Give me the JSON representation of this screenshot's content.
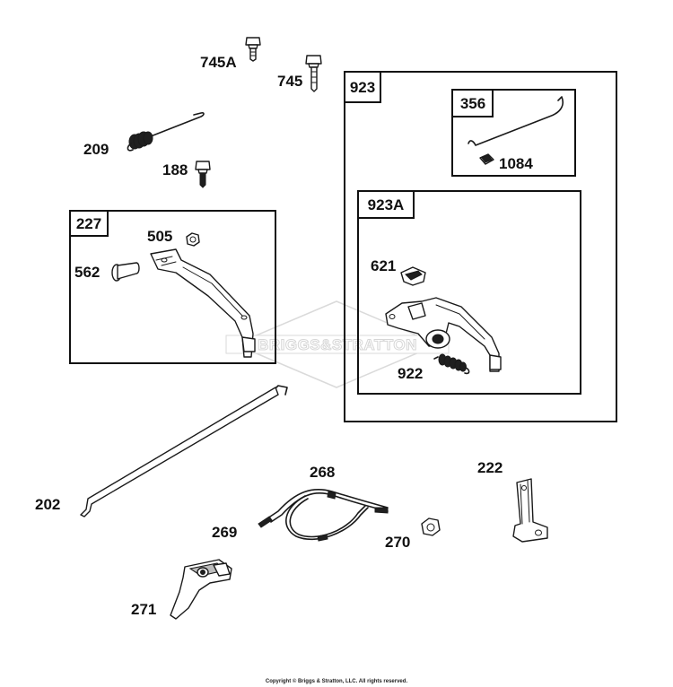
{
  "diagram": {
    "part_labels": {
      "p745A": "745A",
      "p745": "745",
      "p209": "209",
      "p188": "188",
      "p505": "505",
      "p562": "562",
      "p621": "621",
      "p922": "922",
      "p1084": "1084",
      "p202": "202",
      "p268": "268",
      "p269": "269",
      "p270": "270",
      "p222": "222",
      "p271": "271"
    },
    "group_labels": {
      "g923": "923",
      "g356": "356",
      "g923A": "923A",
      "g227": "227"
    },
    "watermark": "BRIGGS&STRATTON",
    "copyright": "Copyright © Briggs & Stratton, LLC. All rights reserved."
  }
}
